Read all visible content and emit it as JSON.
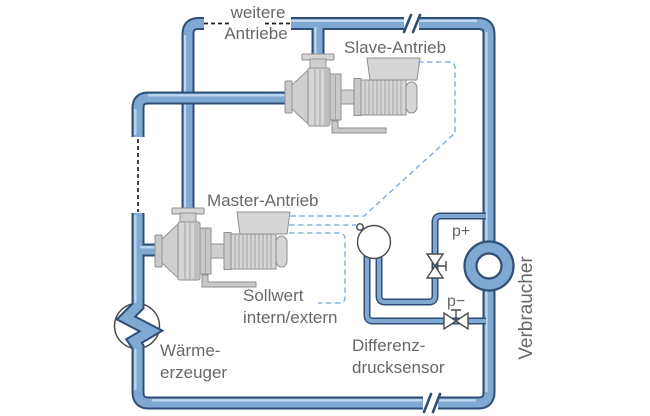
{
  "diagram": {
    "labels": {
      "more_drives_line1": "weitere",
      "more_drives_line2": "Antriebe",
      "slave_drive": "Slave-Antrieb",
      "master_drive": "Master-Antrieb",
      "setpoint_line1": "Sollwert",
      "setpoint_line2": "intern/extern",
      "heat_gen_line1": "Wärme-",
      "heat_gen_line2": "erzeuger",
      "diff_sensor_line1": "Differenz-",
      "diff_sensor_line2": "drucksensor",
      "consumer": "Verbraucher",
      "pressure_plus": "p+",
      "pressure_minus": "p−"
    },
    "colors": {
      "pipe_outline": "#2f4e76",
      "pipe_fill": "#7fa8d3",
      "pipe_highlight": "#c3d8ef",
      "signal_dashed_line": "#86b2e1",
      "continuation_dash": "#1f1f1f",
      "label_text": "#686868",
      "pump_body": "#d6d6d6",
      "pump_outline": "#8f8f8f",
      "background": "#ffffff"
    }
  }
}
